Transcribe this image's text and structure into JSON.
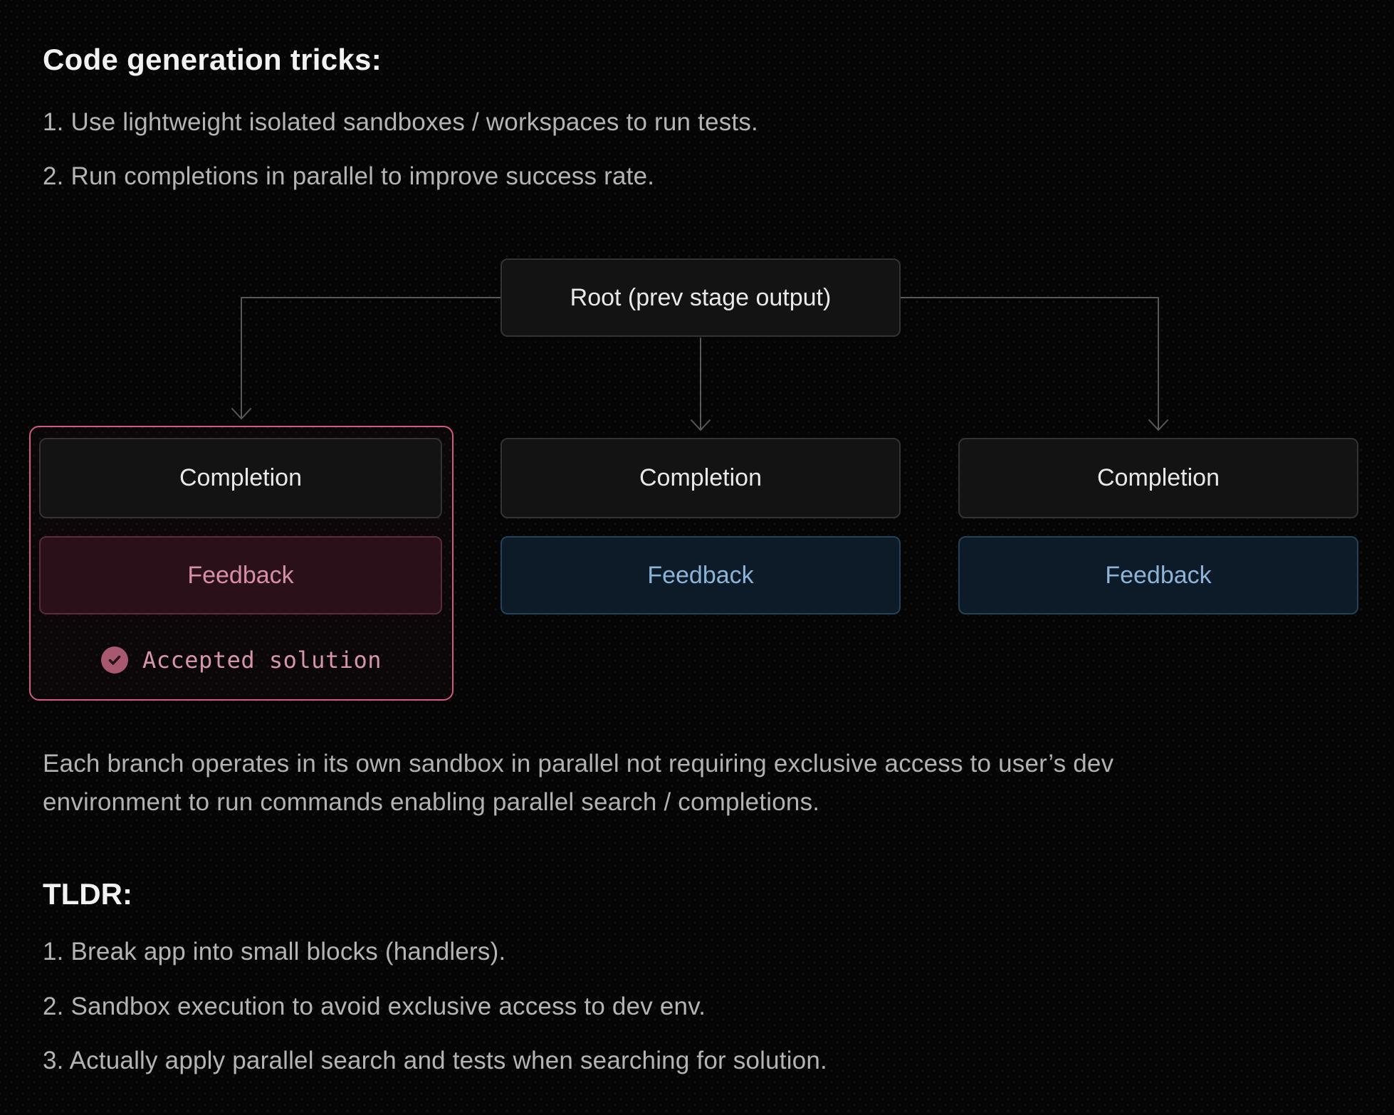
{
  "colors": {
    "accent_pink": "#d4597f",
    "pink_feedback_text": "#d78fa5",
    "blue_feedback_text": "#8cb4d8",
    "check_circle": "#a8596f",
    "connector_line": "#585858",
    "node_border": "#333333"
  },
  "header": {
    "title": "Code generation tricks:"
  },
  "intro_items": [
    "1. Use lightweight isolated sandboxes / workspaces to run tests.",
    "2. Run completions in parallel to improve success rate."
  ],
  "diagram": {
    "root_label": "Root (prev stage output)",
    "branches": [
      {
        "completion": "Completion",
        "feedback": "Feedback",
        "accepted": "Accepted solution",
        "check_icon": "check-circle-icon"
      },
      {
        "completion": "Completion",
        "feedback": "Feedback"
      },
      {
        "completion": "Completion",
        "feedback": "Feedback"
      }
    ]
  },
  "summary": {
    "paragraph": "Each branch operates in its own sandbox in parallel not requiring exclusive access to user’s dev environment to run commands enabling parallel search / completions."
  },
  "tldr": {
    "title": "TLDR:",
    "items": [
      "1. Break app into small blocks (handlers).",
      "2. Sandbox execution to avoid exclusive access to dev env.",
      "3. Actually apply parallel search and tests when searching for solution."
    ]
  }
}
